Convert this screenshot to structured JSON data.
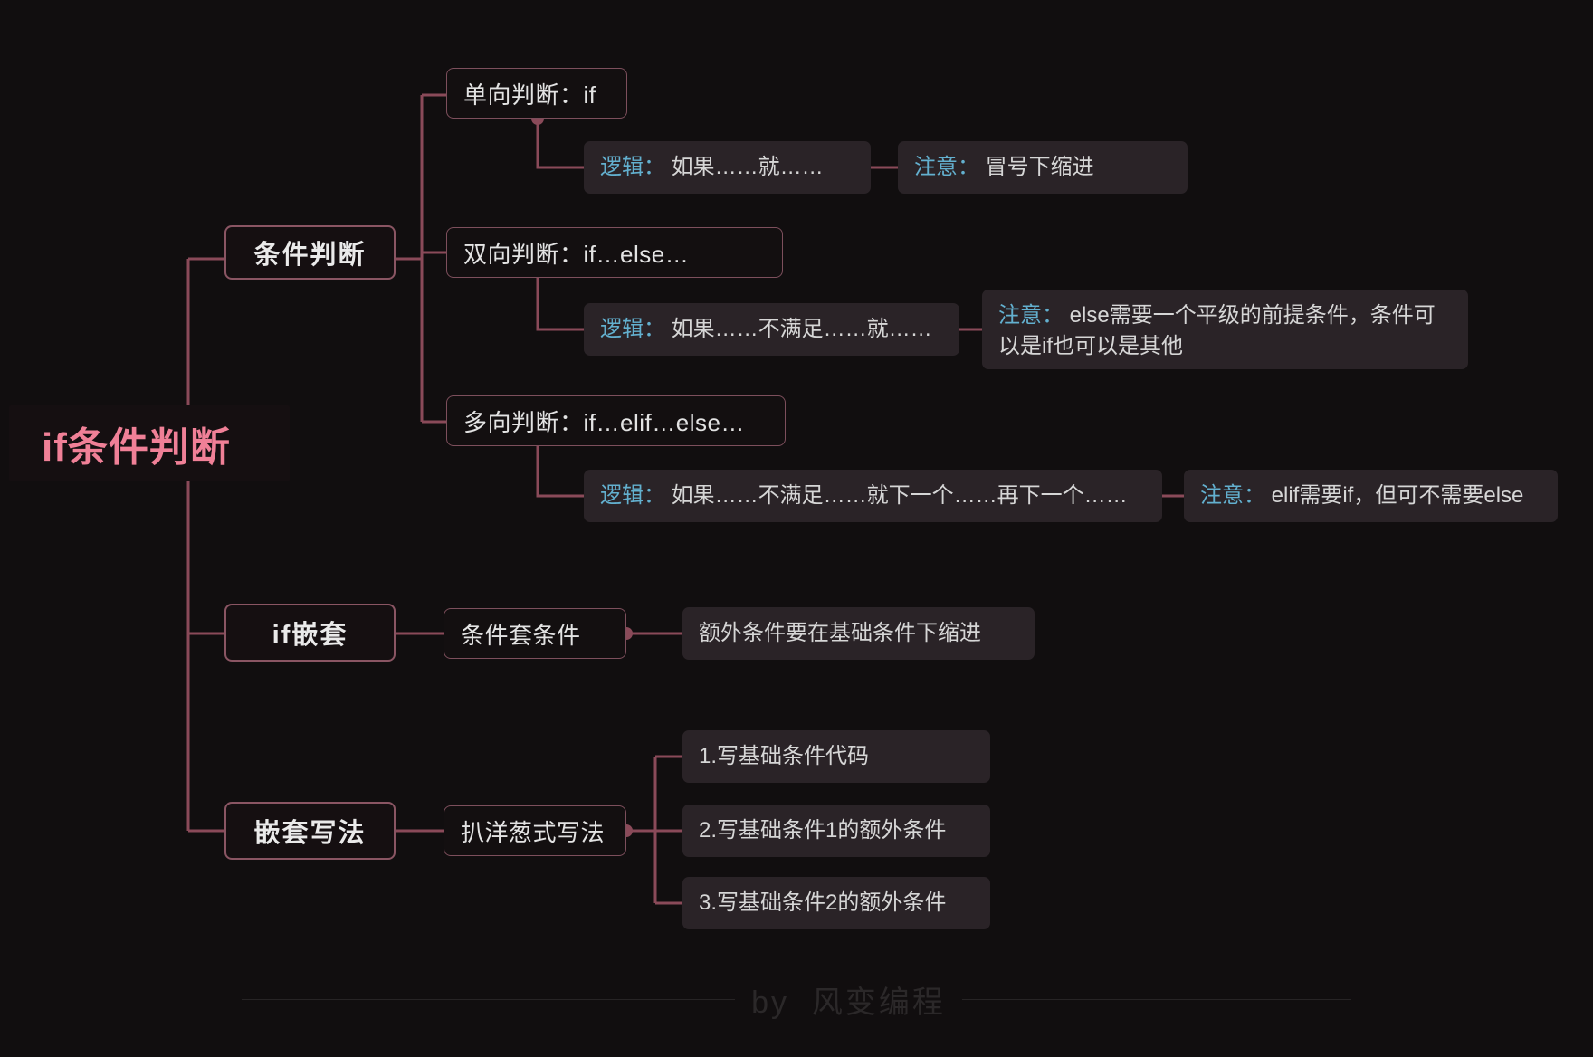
{
  "theme": {
    "background": "#110e0f",
    "root_text": "#f08097",
    "branch_line": "#8a4a59",
    "node_border": "#8a5563",
    "leaf_fill": "#2a2327",
    "keyword": "#63b0cf",
    "body_text": "#dcdcdc",
    "footer_text": "#2b2829"
  },
  "root": {
    "label": "if条件判断"
  },
  "branches": [
    {
      "label": "条件判断",
      "children": [
        {
          "label": "单向判断：if",
          "logic": {
            "key": "逻辑：",
            "value": " 如果……就……"
          },
          "note": {
            "key": "注意：",
            "value": " 冒号下缩进"
          }
        },
        {
          "label": "双向判断：if…else…",
          "logic": {
            "key": "逻辑：",
            "value": " 如果……不满足……就……"
          },
          "note": {
            "key": "注意：",
            "value": " else需要一个平级的前提条件，条件可以是if也可以是其他"
          }
        },
        {
          "label": "多向判断：if…elif…else…",
          "logic": {
            "key": "逻辑：",
            "value": " 如果……不满足……就下一个……再下一个……"
          },
          "note": {
            "key": "注意：",
            "value": " elif需要if，但可不需要else"
          }
        }
      ]
    },
    {
      "label": "if嵌套",
      "children": [
        {
          "label": "条件套条件",
          "leaves": [
            "额外条件要在基础条件下缩进"
          ]
        }
      ]
    },
    {
      "label": "嵌套写法",
      "children": [
        {
          "label": "扒洋葱式写法",
          "leaves": [
            "1.写基础条件代码",
            "2.写基础条件1的额外条件",
            "3.写基础条件2的额外条件"
          ]
        }
      ]
    }
  ],
  "footer": {
    "text": "by  风变编程"
  }
}
